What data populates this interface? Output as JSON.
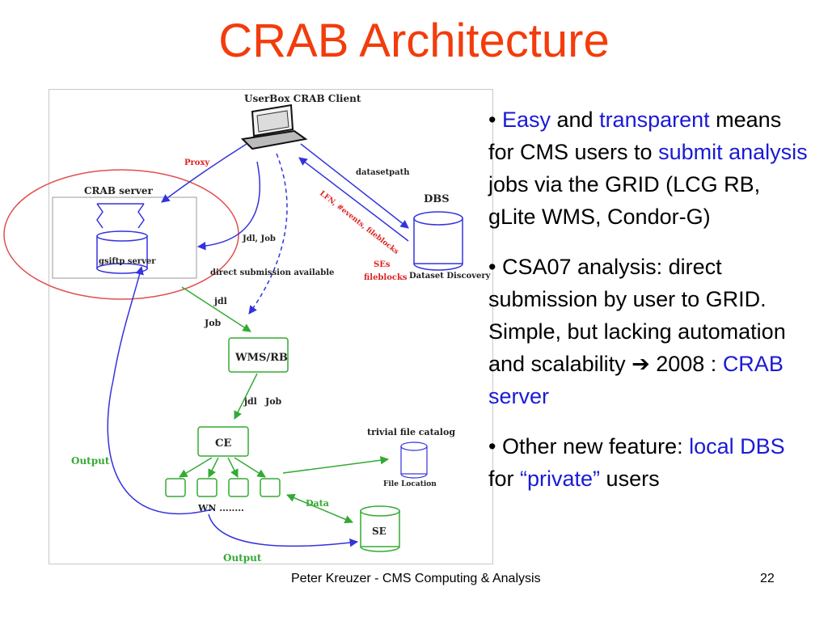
{
  "title": "CRAB Architecture",
  "diagram": {
    "userbox_label": "UserBox CRAB Client",
    "proxy_label": "Proxy",
    "crab_server_label": "CRAB server",
    "gsiftp_label": "gsiftp server",
    "jdl_job_label": "Jdl, Job",
    "direct_submission_label": "direct submission available",
    "datasetpath_label": "datasetpath",
    "lfn_label": "LFN, #events, fileblocks",
    "ses_label": "SEs",
    "fileblocks_label": "fileblocks",
    "dbs_label": "DBS",
    "dataset_discovery_label": "Dataset Discovery",
    "jdl_label": "jdl",
    "job_label": "Job",
    "wmsrb_label": "WMS/RB",
    "jdl2_label": "jdl",
    "job2_label": "Job",
    "ce_label": "CE",
    "tfc_label": "trivial file catalog",
    "file_location_label": "File Location",
    "output_left_label": "Output",
    "wn_label": "WN ........",
    "data_label": "Data",
    "se_label": "SE",
    "output_bottom_label": "Output"
  },
  "bullets": [
    {
      "bullet": "•",
      "p1": "Easy",
      "p2": " and ",
      "p3": "transparent",
      "p4": " means for CMS users to ",
      "p5": "submit analysis",
      "p6": " jobs via the GRID (LCG RB, gLite WMS, Condor-G)"
    },
    {
      "bullet": "•",
      "p1": "CSA07 analysis: direct submission by user to GRID. Simple, but lacking automation and scalability ",
      "arrow": "➔",
      "p2": " 2008 : ",
      "p3": "CRAB server"
    },
    {
      "bullet": "•",
      "p1": "Other new feature: ",
      "p2": "local DBS",
      "p3": " for ",
      "p4": "“private”",
      "p5": " users"
    }
  ],
  "footer": {
    "text": "Peter Kreuzer - CMS Computing & Analysis",
    "page": "22"
  },
  "colors": {
    "title": "#f23c0c",
    "highlight": "#1a1ad6",
    "blue_arrow": "#3333dd",
    "green_arrow": "#33aa33",
    "red_label": "#dd2222",
    "ellipse": "#e05050"
  }
}
